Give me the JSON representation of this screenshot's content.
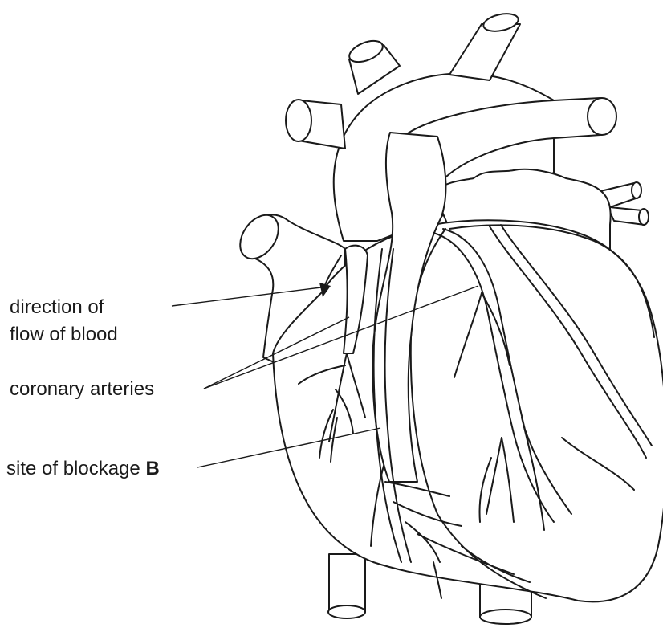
{
  "labels": {
    "direction_line1": "direction of",
    "direction_line2": "flow of blood",
    "coronary": "coronary arteries",
    "blockage_prefix": "site of blockage ",
    "blockage_letter": "B"
  },
  "colors": {
    "ink": "#1a1a1a",
    "background": "#ffffff"
  }
}
